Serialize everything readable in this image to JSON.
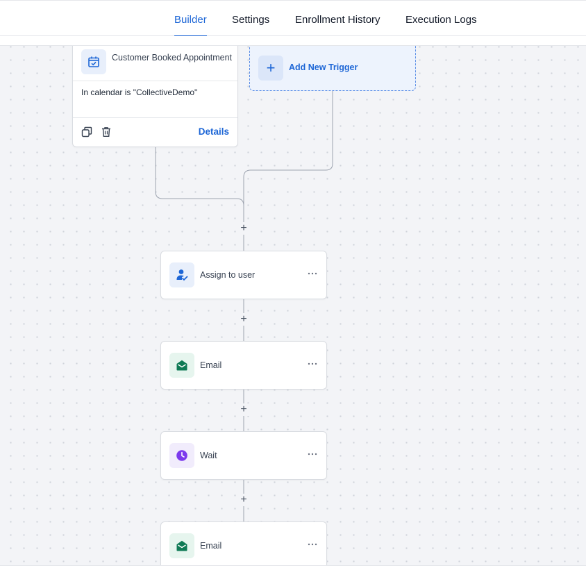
{
  "tabs": [
    {
      "label": "Builder",
      "active": true
    },
    {
      "label": "Settings",
      "active": false
    },
    {
      "label": "Enrollment History",
      "active": false
    },
    {
      "label": "Execution Logs",
      "active": false
    }
  ],
  "trigger": {
    "icon": "calendar-check-icon",
    "title": "Customer Booked Appointment",
    "condition": "In calendar is \"CollectiveDemo\"",
    "details_label": "Details"
  },
  "add_trigger": {
    "label": "Add New Trigger",
    "icon": "plus-icon"
  },
  "actions": [
    {
      "label": "Assign to user",
      "icon": "user-assign-icon",
      "icon_color": "#1d66d6",
      "icon_bg": "#e8effb"
    },
    {
      "label": "Email",
      "icon": "email-icon",
      "icon_color": "#0f7a55",
      "icon_bg": "#e6f5ee"
    },
    {
      "label": "Wait",
      "icon": "clock-icon",
      "icon_color": "#7c3aed",
      "icon_bg": "#f1ecfc"
    },
    {
      "label": "Email",
      "icon": "email-icon",
      "icon_color": "#0f7a55",
      "icon_bg": "#e6f5ee"
    }
  ],
  "colors": {
    "accent": "#1d66d6",
    "connector": "#9ca3af",
    "canvas": "#f3f4f7"
  }
}
